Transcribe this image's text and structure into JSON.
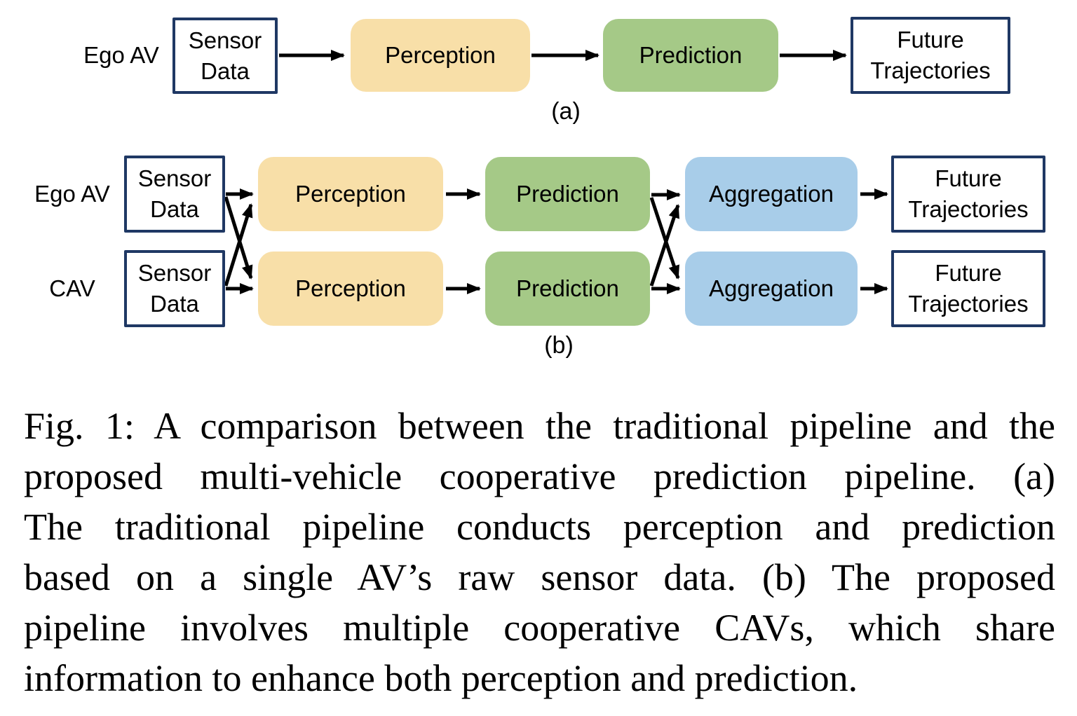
{
  "figure": {
    "panel_a": {
      "panel_label": "(a)",
      "source_label": "Ego AV",
      "sensor": "Sensor Data",
      "perception": "Perception",
      "prediction": "Prediction",
      "future": "Future Trajectories"
    },
    "panel_b": {
      "panel_label": "(b)",
      "rows": [
        {
          "source_label": "Ego AV",
          "sensor": "Sensor Data",
          "perception": "Perception",
          "prediction": "Prediction",
          "aggregation": "Aggregation",
          "future": "Future Trajectories"
        },
        {
          "source_label": "CAV",
          "sensor": "Sensor Data",
          "perception": "Perception",
          "prediction": "Prediction",
          "aggregation": "Aggregation",
          "future": "Future Trajectories"
        }
      ]
    },
    "colors": {
      "perception_fill": "#F8DFA8",
      "prediction_fill": "#A5C987",
      "aggregation_fill": "#A8CDE9",
      "io_box_border": "#1F3864",
      "arrow": "#000000",
      "text": "#000000",
      "background": "#FFFFFF"
    }
  },
  "caption": {
    "lines": [
      "Fig. 1: A comparison between the traditional pipeline and the",
      "proposed multi-vehicle cooperative prediction pipeline. (a)",
      "The traditional pipeline conducts perception and prediction",
      "based on a single AV’s raw sensor data. (b) The proposed",
      "pipeline involves multiple cooperative CAVs, which share",
      "information to enhance both perception and prediction."
    ]
  }
}
